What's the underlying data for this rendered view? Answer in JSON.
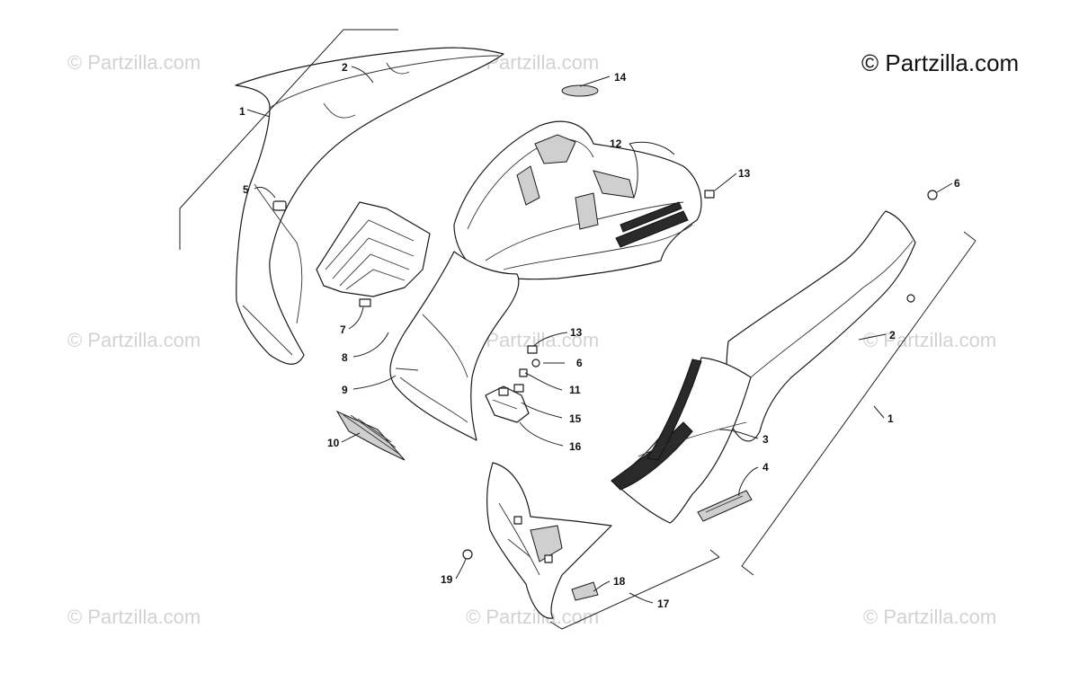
{
  "copyright": "© Partzilla.com",
  "watermark": "© Partzilla.com",
  "callouts": {
    "c1a": "1",
    "c2a": "2",
    "c5": "5",
    "c7": "7",
    "c8": "8",
    "c9": "9",
    "c10": "10",
    "c14": "14",
    "c12": "12",
    "c13a": "13",
    "c13b": "13",
    "c6a": "6",
    "c6b": "6",
    "c11": "11",
    "c15": "15",
    "c16": "16",
    "c2b": "2",
    "c1b": "1",
    "c3": "3",
    "c4": "4",
    "c18": "18",
    "c19": "19",
    "c17": "17"
  }
}
